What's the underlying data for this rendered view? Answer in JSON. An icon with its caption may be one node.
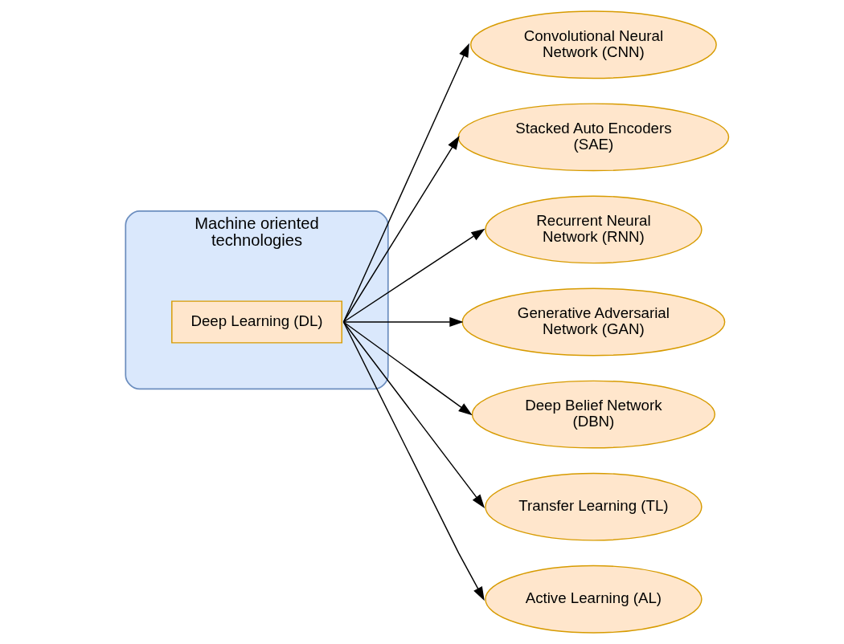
{
  "diagram": {
    "nodes": [
      {
        "text": [
          "Machine oriented technologies"
        ]
      },
      {
        "text": [
          "Deep Learning (DL)"
        ],
        "in": 0
      },
      {
        "text": [
          "Convolutional Neural Network (CNN)"
        ]
      },
      {
        "text": [
          "Stacked Auto Encoders (SAE)"
        ]
      },
      {
        "text": [
          "Recurrent Neural Network (RNN)"
        ]
      },
      {
        "text": [
          "Generative Adversarial Network (GAN)"
        ]
      },
      {
        "text": [
          "Deep Belief Network (DBN)"
        ]
      },
      {
        "text": [
          "Transfer Learning (TL)"
        ]
      },
      {
        "text": [
          "Active Learning (AL)"
        ]
      }
    ],
    "edges": [
      {
        "from": 1,
        "to": 2,
        "arrow": "to"
      },
      {
        "from": 1,
        "to": 3,
        "arrow": "to"
      },
      {
        "from": 1,
        "to": 4,
        "arrow": "to"
      },
      {
        "from": 1,
        "to": 5,
        "arrow": "to"
      },
      {
        "from": 1,
        "to": 6,
        "arrow": "to"
      },
      {
        "from": 1,
        "to": 7,
        "arrow": "to"
      },
      {
        "from": 1,
        "to": 8,
        "arrow": "to"
      }
    ]
  }
}
